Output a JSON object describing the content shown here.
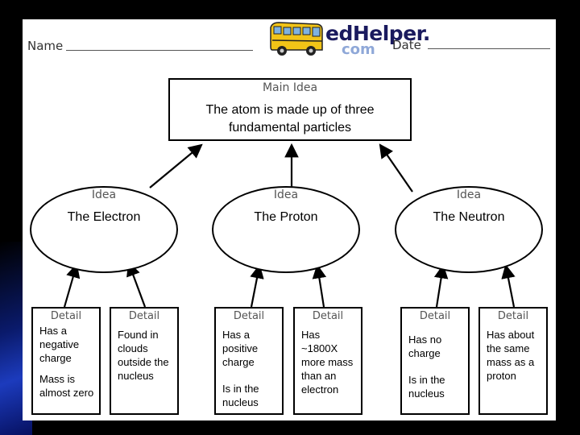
{
  "header": {
    "name_label": "Name",
    "date_label": "Date",
    "logo_text": "edHelper.",
    "logo_com": "com"
  },
  "main_idea": {
    "title": "Main Idea",
    "text": "The atom is made up of three fundamental particles"
  },
  "ideas": [
    {
      "title": "Idea",
      "text": "The Electron",
      "details": [
        {
          "title": "Detail",
          "lines": [
            "Has a negative charge",
            "Mass is almost zero"
          ]
        },
        {
          "title": "Detail",
          "lines": [
            "Found in clouds outside the nucleus"
          ]
        }
      ]
    },
    {
      "title": "Idea",
      "text": "The Proton",
      "details": [
        {
          "title": "Detail",
          "lines": [
            "Has a positive charge",
            "Is in the nucleus"
          ]
        },
        {
          "title": "Detail",
          "lines": [
            "Has ~1800X more mass than an electron"
          ]
        }
      ]
    },
    {
      "title": "Idea",
      "text": "The Neutron",
      "details": [
        {
          "title": "Detail",
          "lines": [
            "Has no charge",
            "Is in the nucleus"
          ]
        },
        {
          "title": "Detail",
          "lines": [
            "Has about the same mass as a proton"
          ]
        }
      ]
    }
  ],
  "icons": [
    "school-bus-icon"
  ],
  "colors": {
    "background": "#000000",
    "sheet": "#ffffff",
    "logo": "#1a1a5e",
    "bus": "#f2c417"
  }
}
